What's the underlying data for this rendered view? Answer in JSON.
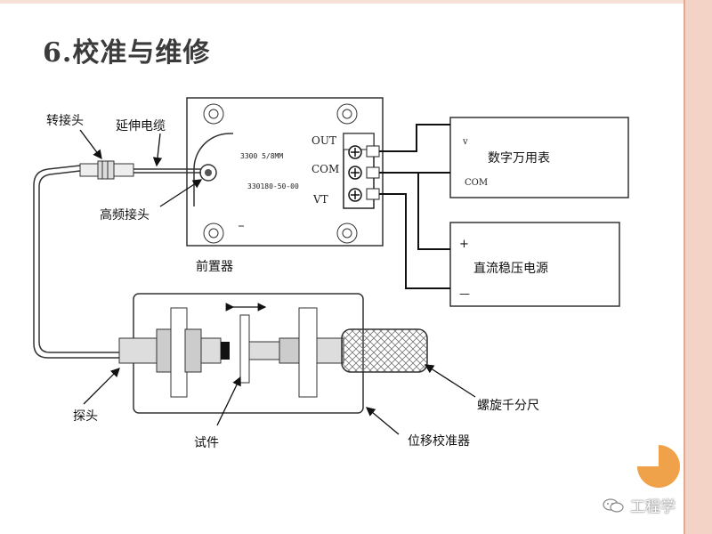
{
  "slide": {
    "title": "6.校准与维修"
  },
  "labels": {
    "adapter": "转接头",
    "extension_cable": "延伸电缆",
    "hf_connector": "高频接头",
    "preamp": "前置器",
    "probe": "探头",
    "specimen": "试件",
    "calibrator": "位移校准器",
    "micrometer": "螺旋千分尺",
    "multimeter": "数字万用表",
    "power_supply": "直流稳压电源"
  },
  "preamp_text": {
    "line1": "3300 5/8MM",
    "line2": "330180-50-00"
  },
  "terminals": [
    "OUT",
    "COM",
    "VT"
  ],
  "multimeter_terms": {
    "v": "v",
    "com": "COM"
  },
  "power_terms": {
    "plus": "+",
    "minus": "—"
  },
  "watermark": {
    "text": "工程学"
  },
  "colors": {
    "accent_orange": "#f0a24a",
    "frame": "#f3d3c6"
  }
}
